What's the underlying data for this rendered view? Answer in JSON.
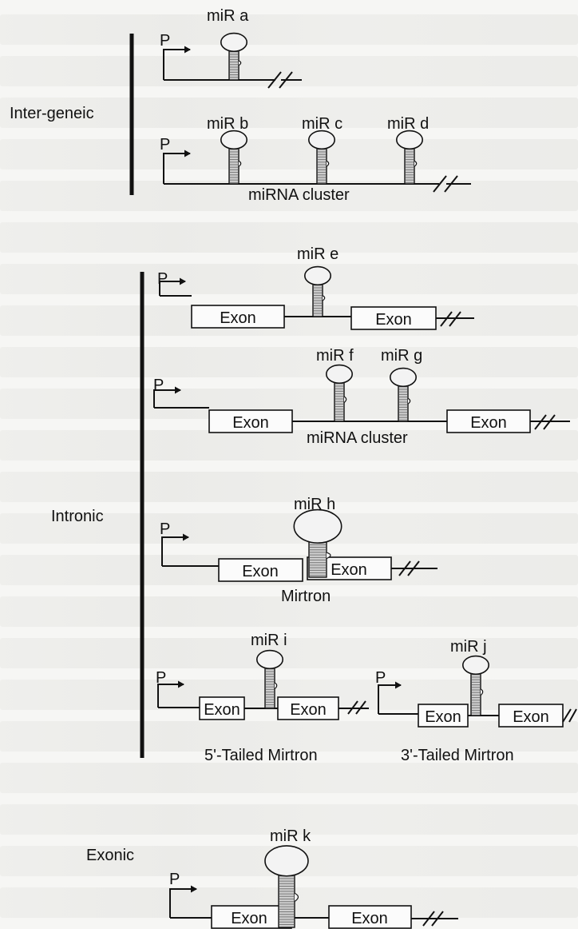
{
  "categories": {
    "intergenic": "Inter-geneic",
    "intronic": "Intronic",
    "exonic": "Exonic"
  },
  "labels": {
    "promoter": "P",
    "exon": "Exon",
    "cluster": "miRNA cluster",
    "mirtron": "Mirtron",
    "tailed_5": "5'-Tailed Mirtron",
    "tailed_3": "3'-Tailed Mirtron"
  },
  "mirnas": {
    "a": "miR a",
    "b": "miR b",
    "c": "miR c",
    "d": "miR d",
    "e": "miR e",
    "f": "miR f",
    "g": "miR g",
    "h": "miR h",
    "i": "miR i",
    "j": "miR j",
    "k": "miR k"
  }
}
